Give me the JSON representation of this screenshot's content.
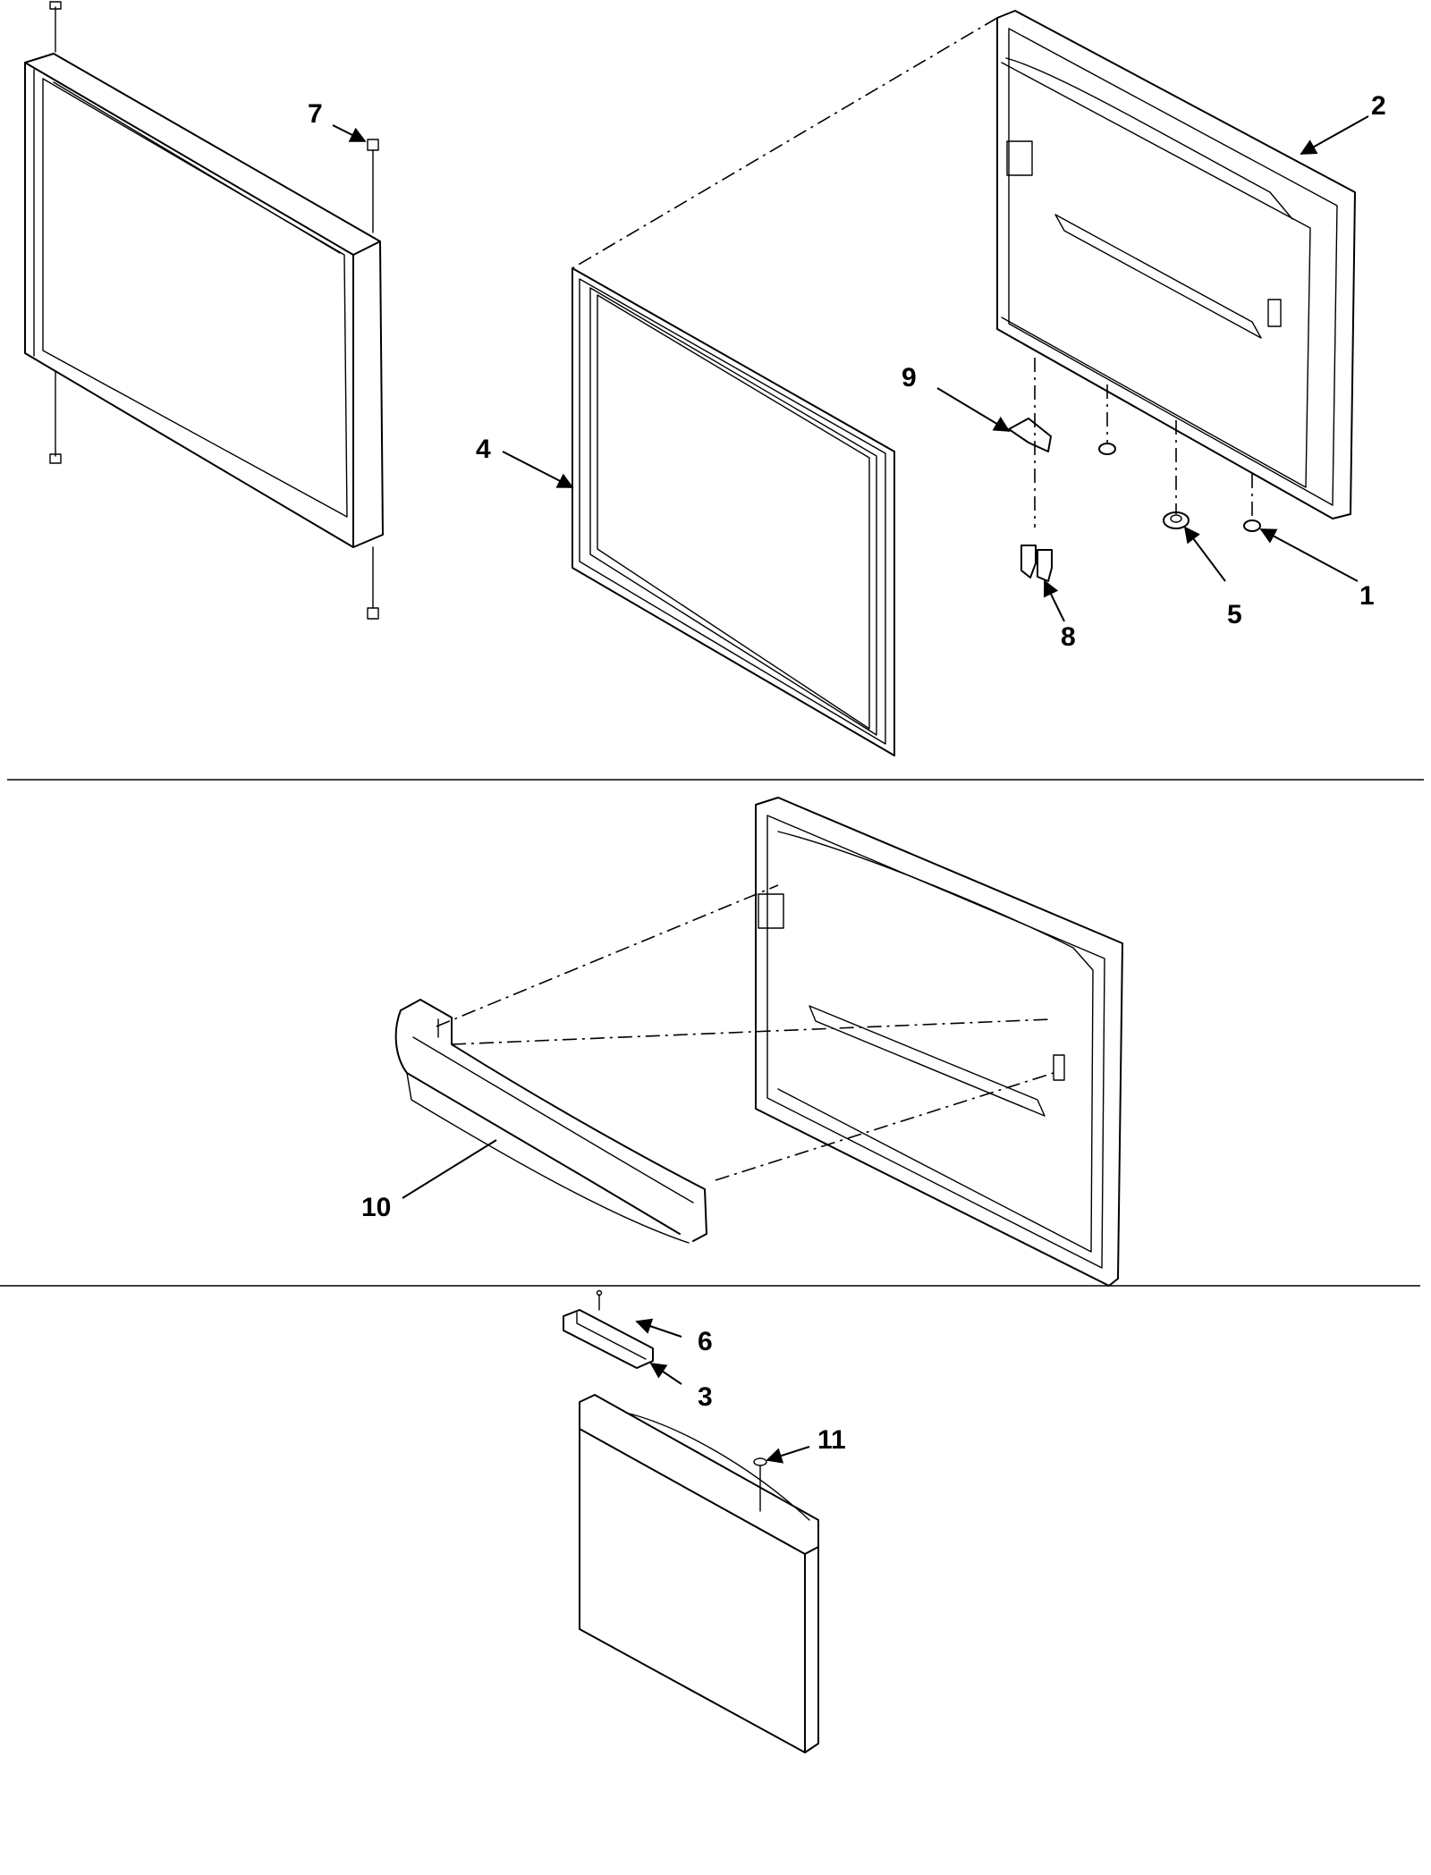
{
  "diagram": {
    "type": "exploded parts diagram",
    "callouts": [
      {
        "id": "c1",
        "label": "1"
      },
      {
        "id": "c2",
        "label": "2"
      },
      {
        "id": "c3",
        "label": "3"
      },
      {
        "id": "c4",
        "label": "4"
      },
      {
        "id": "c5",
        "label": "5"
      },
      {
        "id": "c6",
        "label": "6"
      },
      {
        "id": "c7",
        "label": "7"
      },
      {
        "id": "c8",
        "label": "8"
      },
      {
        "id": "c9",
        "label": "9"
      },
      {
        "id": "c10",
        "label": "10"
      },
      {
        "id": "c11",
        "label": "11"
      }
    ]
  }
}
